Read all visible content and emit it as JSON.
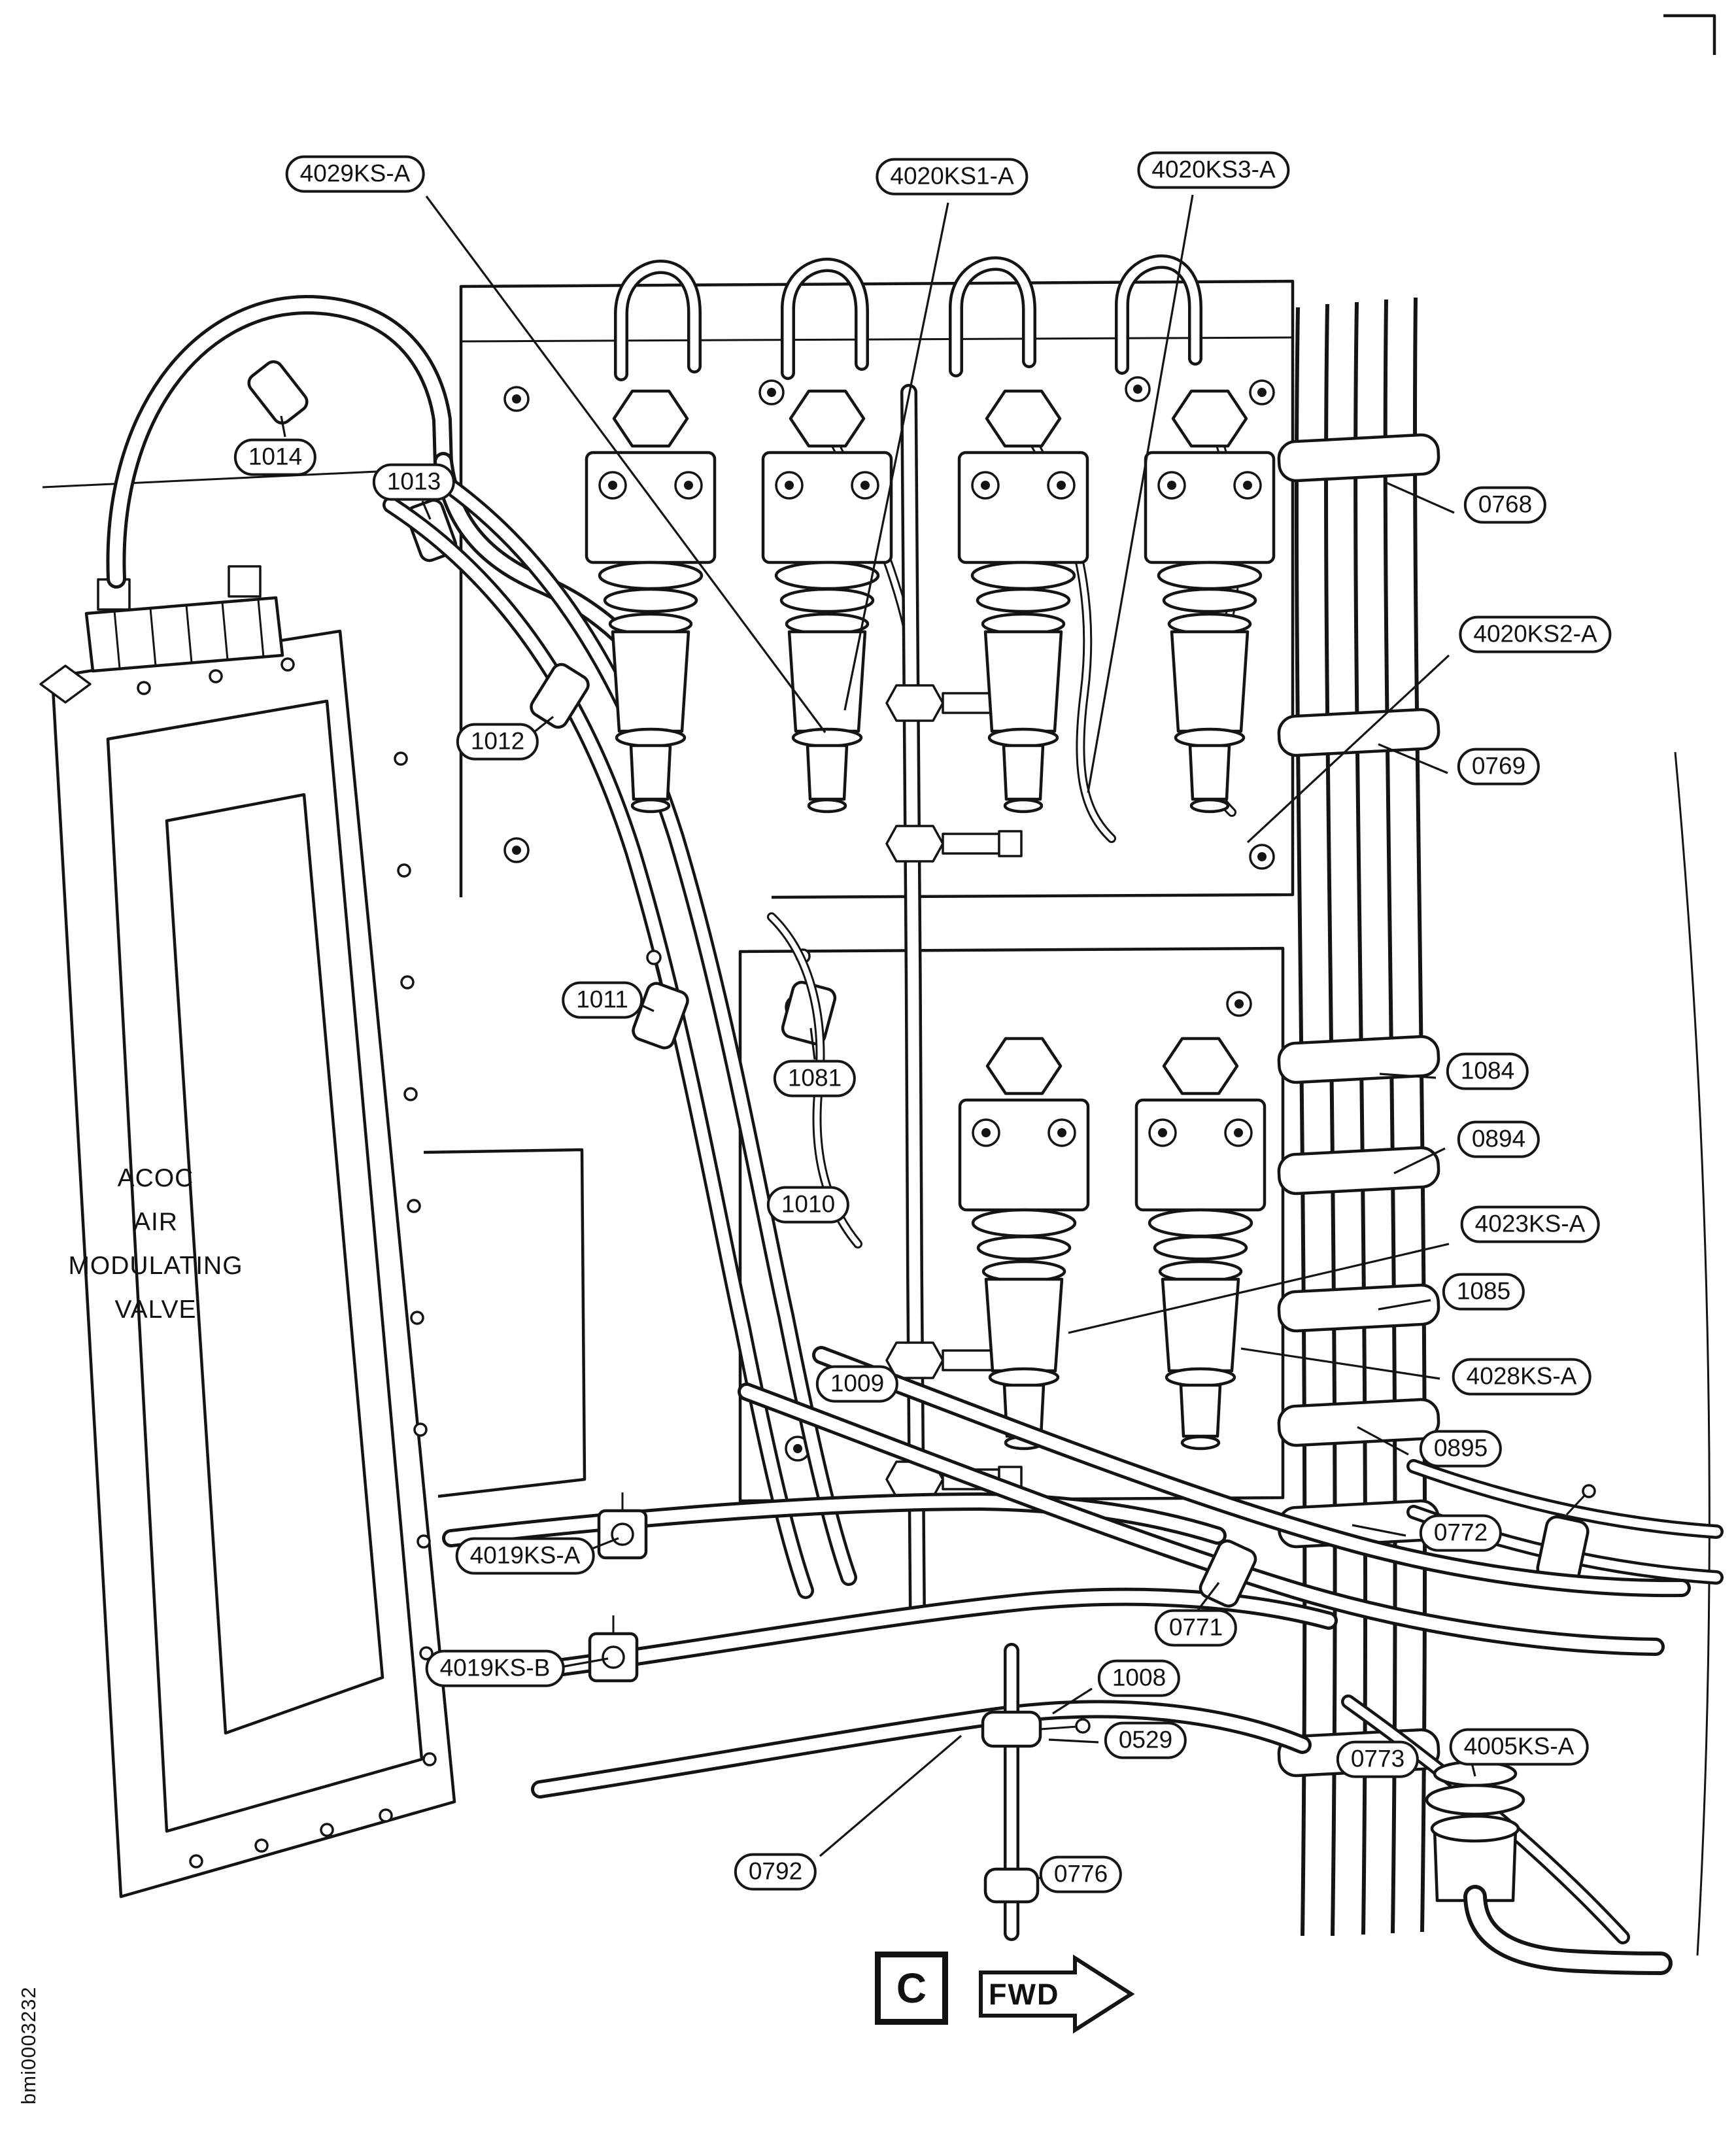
{
  "figure": {
    "type": "technical-illustration",
    "graphic_id": "bmi0003232",
    "detail_letter": "C",
    "direction_arrow": "FWD",
    "component_label": {
      "line1": "ACOC",
      "line2": "AIR",
      "line3": "MODULATING",
      "line4": "VALVE"
    },
    "callouts": [
      {
        "label": "4029KS-A"
      },
      {
        "label": "4020KS1-A"
      },
      {
        "label": "4020KS3-A"
      },
      {
        "label": "1014"
      },
      {
        "label": "1013"
      },
      {
        "label": "0768"
      },
      {
        "label": "4020KS2-A"
      },
      {
        "label": "1012"
      },
      {
        "label": "0769"
      },
      {
        "label": "1011"
      },
      {
        "label": "1081"
      },
      {
        "label": "1084"
      },
      {
        "label": "0894"
      },
      {
        "label": "1010"
      },
      {
        "label": "4023KS-A"
      },
      {
        "label": "1085"
      },
      {
        "label": "4028KS-A"
      },
      {
        "label": "1009"
      },
      {
        "label": "0895"
      },
      {
        "label": "0772"
      },
      {
        "label": "4019KS-A"
      },
      {
        "label": "0771"
      },
      {
        "label": "1008"
      },
      {
        "label": "4019KS-B"
      },
      {
        "label": "0529"
      },
      {
        "label": "0773"
      },
      {
        "label": "4005KS-A"
      },
      {
        "label": "0792"
      },
      {
        "label": "0776"
      }
    ]
  }
}
